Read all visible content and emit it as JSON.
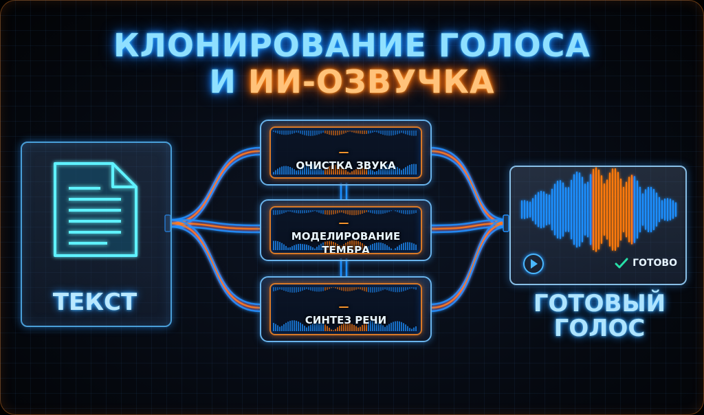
{
  "title": {
    "line1": "КЛОНИРОВАНИЕ ГОЛОСА",
    "line2_prefix": "И ",
    "line2_highlight": "ИИ-ОЗВУЧКА"
  },
  "input": {
    "label": "ТЕКСТ",
    "icon": "document-icon"
  },
  "modules": [
    {
      "label": "ОЧИСТКА ЗВУКА"
    },
    {
      "label_line1": "МОДЕЛИРОВАНИЕ",
      "label_line2": "ТЕМБРА"
    },
    {
      "label": "СИНТЕЗ РЕЧИ"
    }
  ],
  "output": {
    "status": "ГОТОВО",
    "label_line1": "ГОТОВЫЙ",
    "label_line2": "ГОЛОС",
    "icons": [
      "play-icon",
      "check-icon"
    ]
  },
  "colors": {
    "neon_blue": "#1e8fff",
    "neon_orange": "#ff7a10",
    "status_green": "#27e0a8"
  }
}
